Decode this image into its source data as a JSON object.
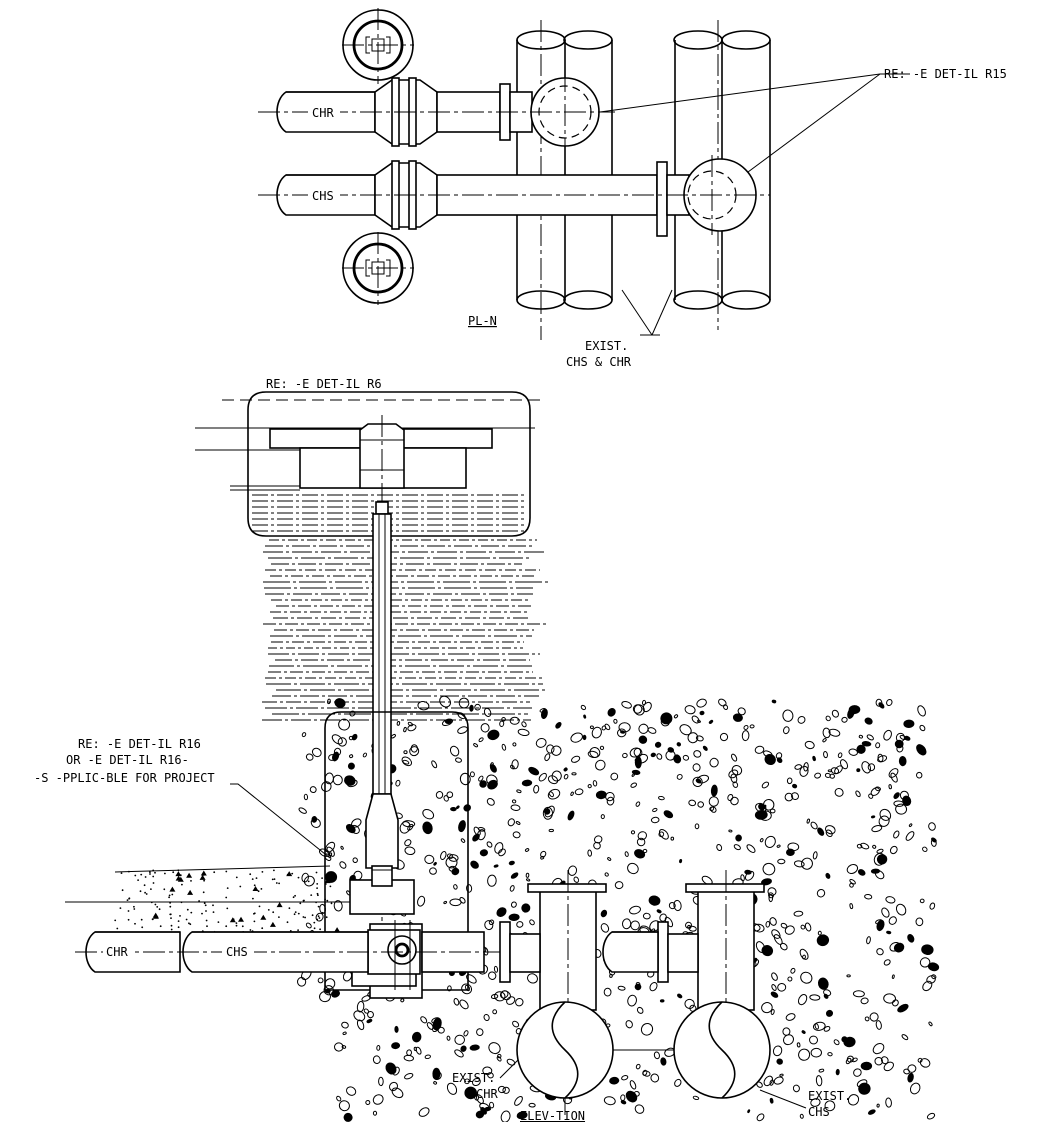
{
  "plan": {
    "title": "PL-N",
    "note_ref": "RE: -E DET-IL R15",
    "label_chr": "CHR",
    "label_chs": "CHS",
    "exist_line1": "EXIST.",
    "exist_line2": "CHS & CHR"
  },
  "elevation": {
    "title": "ELEV-TION",
    "note_top": "RE: -E DET-IL R6",
    "note_left_line1": "RE: -E DET-IL R16",
    "note_left_line2": "OR -E DET-IL R16-",
    "note_left_line3": "-S -PPLIC-BLE FOR PROJECT",
    "label_chr": "CHR",
    "label_chs": "CHS",
    "exist_chr_line1": "EXIST.",
    "exist_chr_line2": "CHR",
    "exist_chs_line1": "EXIST.",
    "exist_chs_line2": "CHS"
  }
}
